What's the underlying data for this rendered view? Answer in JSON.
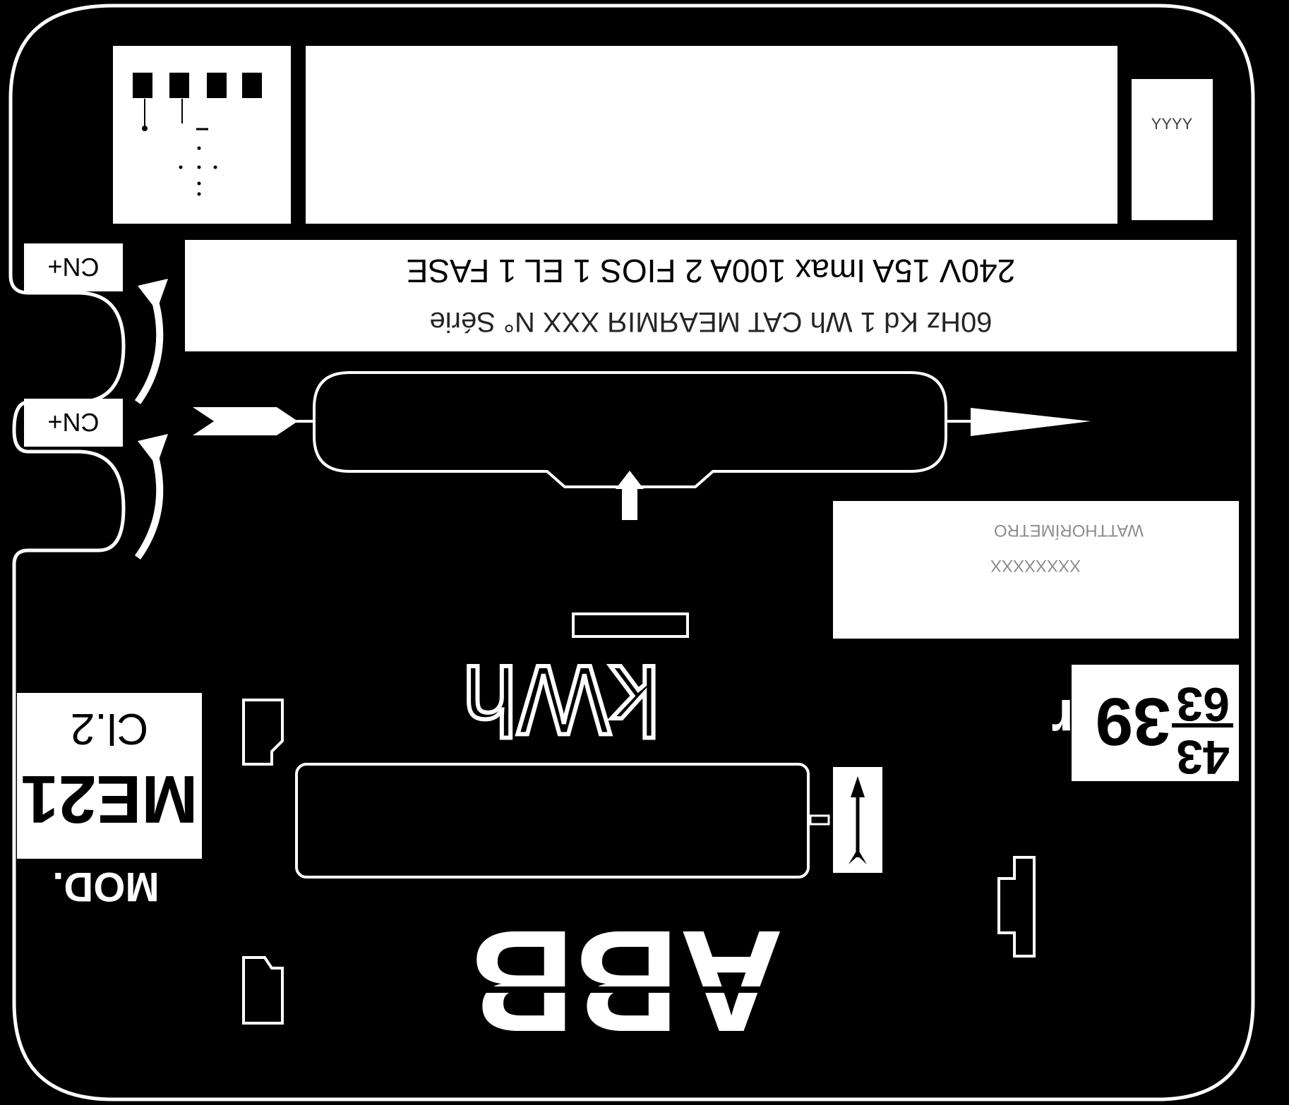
{
  "specs": {
    "line1": "60Hz  Kd  1 Wh  CAT  MEAЯMIЯ  XXX  N° Série",
    "line2": "240V    15A      Imax 100A  2 FIOS   1 EL    1 FASE"
  },
  "connectors": {
    "upper": "CN+",
    "lower": "CN+"
  },
  "unit_label": "kWh",
  "model": {
    "class": "Cl.2",
    "name": "ME21",
    "prefix": "MOD."
  },
  "constant": {
    "prefix": "Rr",
    "integer": "39",
    "numerator": "63",
    "denominator": "43"
  },
  "info_box": {
    "line1": "XXXXXXXX",
    "line2": "WATTHORÍMETRO"
  },
  "brand": "ABB",
  "symbols_box": {
    "text": "YYYY"
  },
  "colors": {
    "background": "#000000",
    "foreground": "#ffffff"
  }
}
